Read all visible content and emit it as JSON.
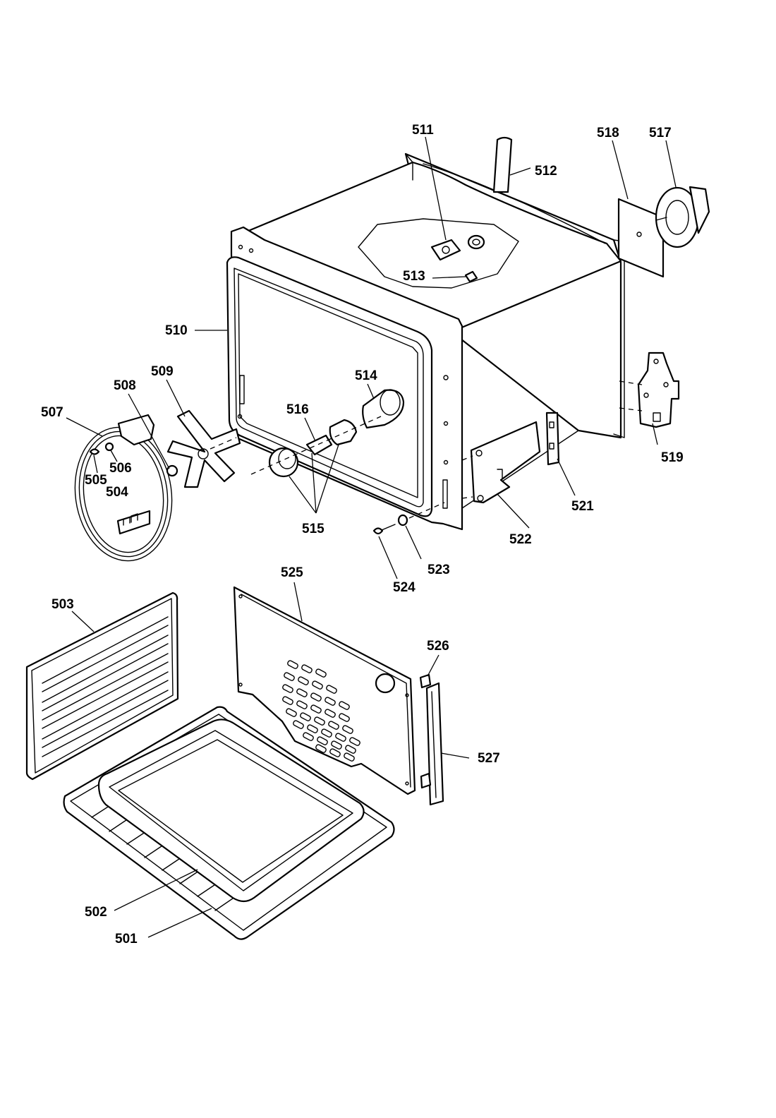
{
  "diagram": {
    "line_color": "#000000",
    "background": "#ffffff",
    "callouts": {
      "p501": "501",
      "p502": "502",
      "p503": "503",
      "p504": "504",
      "p505": "505",
      "p506": "506",
      "p507": "507",
      "p508": "508",
      "p509": "509",
      "p510": "510",
      "p511": "511",
      "p512": "512",
      "p513": "513",
      "p514": "514",
      "p515": "515",
      "p516": "516",
      "p517": "517",
      "p518": "518",
      "p519": "519",
      "p521": "521",
      "p522": "522",
      "p523": "523",
      "p524": "524",
      "p525": "525",
      "p526": "526",
      "p527": "527"
    }
  }
}
